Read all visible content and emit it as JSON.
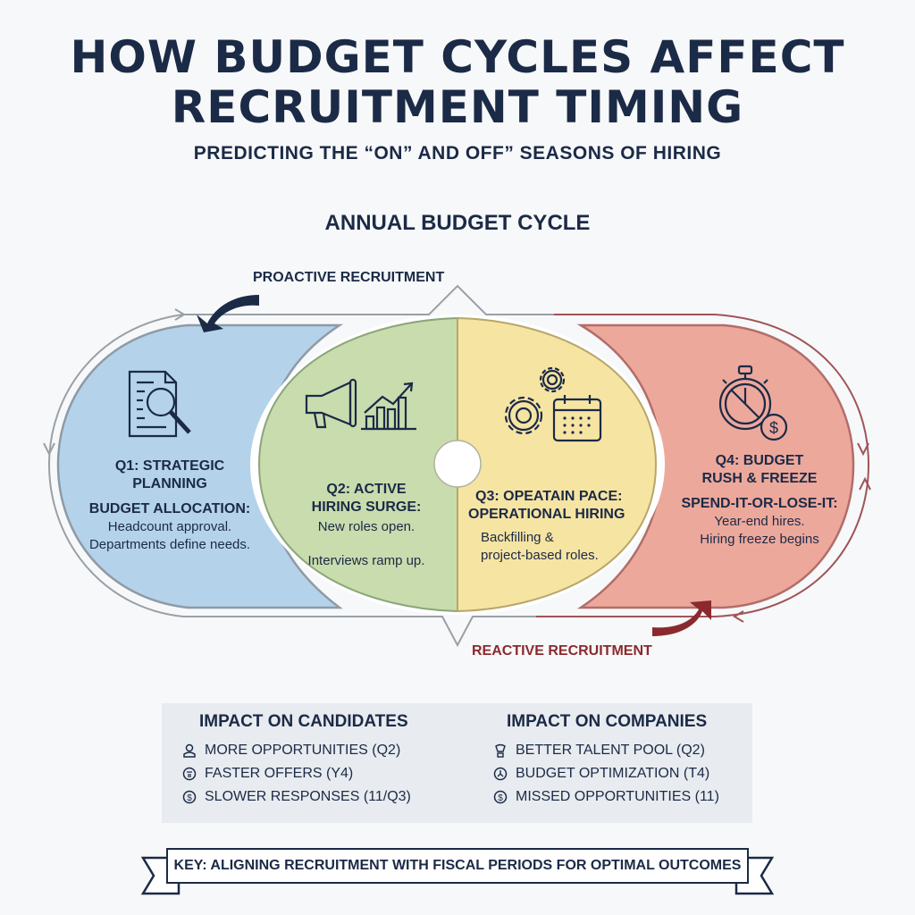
{
  "header": {
    "title_line1": "HOW BUDGET CYCLES AFFECT",
    "title_line2": "RECRUITMENT TIMING",
    "subtitle": "PREDICTING THE “ON” AND OFF” SEASONS OF HIRING"
  },
  "diagram": {
    "section_title": "ANNUAL BUDGET CYCLE",
    "proactive_label": "PROACTIVE RECRUITMENT",
    "reactive_label": "REACTIVE RECRUITMENT",
    "colors": {
      "q1": "#b4d3ea",
      "q2": "#c8dcae",
      "q3": "#f6e4a3",
      "q4": "#eda89c",
      "navy": "#1b2a46",
      "maroon": "#8a2a2e"
    },
    "quarters": [
      {
        "id": "q1",
        "icon": "document-search-icon",
        "title_line1": "Q1: STRATEGIC",
        "title_line2": "PLANNING",
        "subtitle": "BUDGET ALLOCATION:",
        "desc_line1": "Headcount approval.",
        "desc_line2": "Departments define needs."
      },
      {
        "id": "q2",
        "icon": "megaphone-growth-chart-icon",
        "title_line1": "Q2: ACTIVE",
        "title_line2": "HIRING SURGE:",
        "desc_line1": "New roles open.",
        "desc_line2": "Interviews ramp up."
      },
      {
        "id": "q3",
        "icon": "gears-calendar-icon",
        "title_line1": "Q3: OPEATAIN PACE:",
        "title_line2": "OPERATIONAL HIRING",
        "desc_line1": "Backfilling &",
        "desc_line2": "project-based roles."
      },
      {
        "id": "q4",
        "icon": "stopwatch-dollar-icon",
        "title_line1": "Q4: BUDGET",
        "title_line2": "RUSH & FREEZE",
        "subtitle": "SPEND-IT-OR-LOSE-IT:",
        "desc_line1": "Year-end hires.",
        "desc_line2": "Hiring freeze begins"
      }
    ]
  },
  "impact": {
    "candidates": {
      "title": "IMPACT ON CANDIDATES",
      "items": [
        {
          "icon": "person-icon",
          "label": "MORE OPPORTUNITIES (Q2)"
        },
        {
          "icon": "fast-offer-icon",
          "label": "FASTER OFFERS (Y4)"
        },
        {
          "icon": "slow-response-icon",
          "label": "SLOWER RESPONSES (11/Q3)"
        }
      ]
    },
    "companies": {
      "title": "IMPACT ON COMPANIES",
      "items": [
        {
          "icon": "talent-icon",
          "label": "BETTER TALENT POOL (Q2)"
        },
        {
          "icon": "budget-clock-icon",
          "label": "BUDGET OPTIMIZATION (T4)"
        },
        {
          "icon": "dollar-coin-icon",
          "label": "MISSED OPPORTUNITIES (11)"
        }
      ]
    }
  },
  "key_banner": "KEY: ALIGNING RECRUITMENT WITH FISCAL PERIODS FOR OPTIMAL OUTCOMES"
}
